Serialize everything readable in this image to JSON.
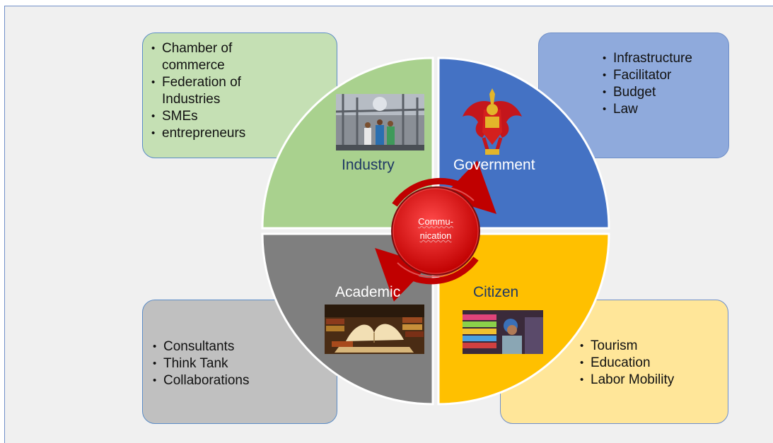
{
  "quadrants": {
    "industry": {
      "label": "Industry",
      "color": "#a9d18e"
    },
    "government": {
      "label": "Government",
      "color": "#4472c4"
    },
    "academic": {
      "label": "Academic",
      "color": "#7f7f7f"
    },
    "citizen": {
      "label": "Citizen",
      "color": "#ffc000"
    }
  },
  "center": {
    "line1": "Commu-",
    "line2": "nication",
    "color": "#e02020"
  },
  "boxes": {
    "industry": {
      "items": [
        "Chamber of commerce",
        "Federation of Industries",
        "SMEs",
        "entrepreneurs"
      ]
    },
    "government": {
      "items": [
        "Infrastructure",
        "Facilitator",
        "Budget",
        "Law"
      ]
    },
    "academic": {
      "items": [
        "Consultants",
        "Think Tank",
        "Collaborations"
      ]
    },
    "citizen": {
      "items": [
        "Tourism",
        "Education",
        "Labor Mobility"
      ]
    }
  },
  "icons": {
    "industry_photo": "factory-workers-photo",
    "government_emblem": "garuda-emblem-icon",
    "academic_photo": "open-books-photo",
    "citizen_photo": "textile-worker-photo"
  }
}
